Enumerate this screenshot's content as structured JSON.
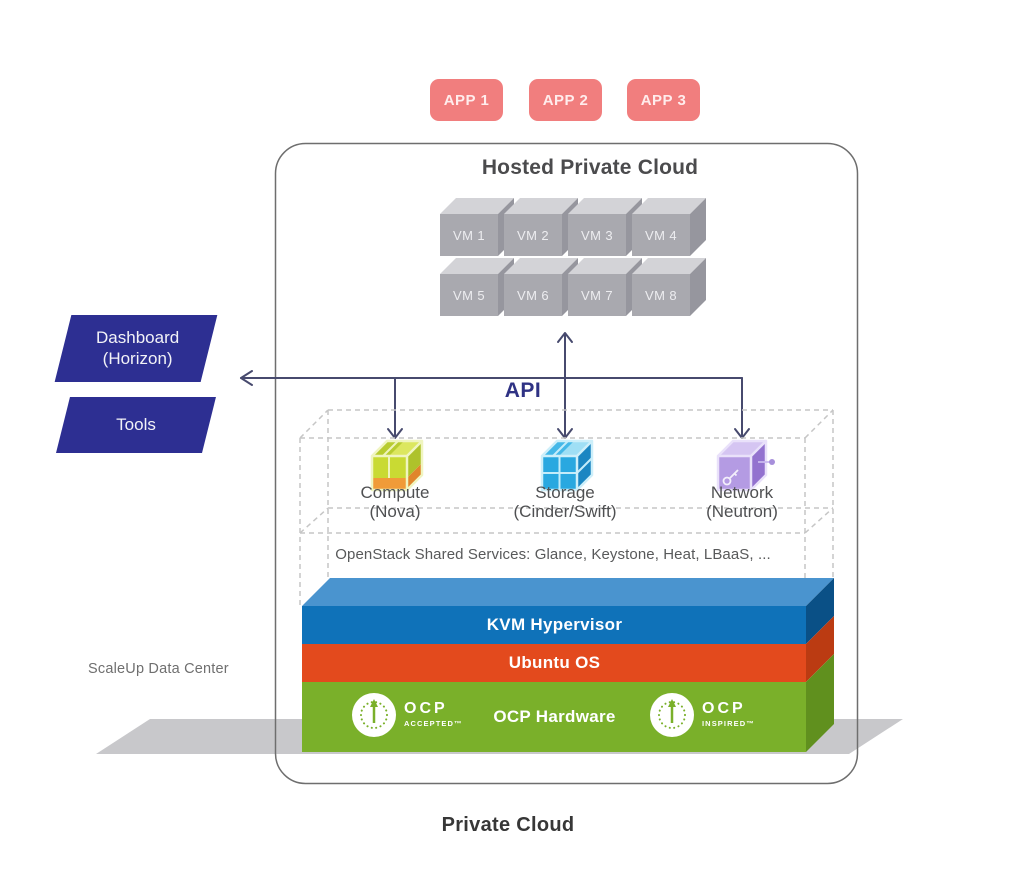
{
  "apps": [
    {
      "label": "APP 1"
    },
    {
      "label": "APP 2"
    },
    {
      "label": "APP 3"
    }
  ],
  "hosted_cloud": {
    "title": "Hosted Private Cloud"
  },
  "vms": [
    "VM 1",
    "VM 2",
    "VM 3",
    "VM 4",
    "VM 5",
    "VM 6",
    "VM 7",
    "VM 8"
  ],
  "left_items": {
    "dashboard": {
      "line1": "Dashboard",
      "line2": "(Horizon)"
    },
    "tools": {
      "label": "Tools"
    }
  },
  "api_label": "API",
  "services": [
    {
      "name": "Compute",
      "subtitle": "(Nova)",
      "icon": "green-modular-cube-icon"
    },
    {
      "name": "Storage",
      "subtitle": "(Cinder/Swift)",
      "icon": "blue-modular-cube-icon"
    },
    {
      "name": "Network",
      "subtitle": "(Neutron)",
      "icon": "purple-cube-node-icon"
    }
  ],
  "shared_services_label": "OpenStack Shared Services: Glance, Keystone, Heat, LBaaS, ...",
  "stack_layers": [
    {
      "label": "KVM Hypervisor",
      "color": "#0F72B9"
    },
    {
      "label": "Ubuntu OS",
      "color": "#E34A1D"
    },
    {
      "label": "OCP Hardware",
      "color": "#7AB02A"
    }
  ],
  "ocp_badges": [
    {
      "title": "OCP",
      "subtitle": "ACCEPTED™",
      "icon": "gauge-up-arrow-icon"
    },
    {
      "title": "OCP",
      "subtitle": "INSPIRED™",
      "icon": "gauge-up-arrow-icon"
    }
  ],
  "datacenter_label": "ScaleUp Data Center",
  "footer_label": "Private Cloud",
  "colors": {
    "app_button": "#F17E7E",
    "parallelogram_indigo": "#2D2F92",
    "arrow": "#474A6E",
    "api_text": "#2F3284",
    "kvm_blue_front": "#0F72B9",
    "kvm_blue_top": "#4A94CF",
    "ubuntu_orange": "#E34A1D",
    "ocp_green": "#7AB02A",
    "vm_cube_gray": "#A9A9AF",
    "floor_gray": "#C8C8CB",
    "dashed_outline": "#C6C6C6"
  }
}
